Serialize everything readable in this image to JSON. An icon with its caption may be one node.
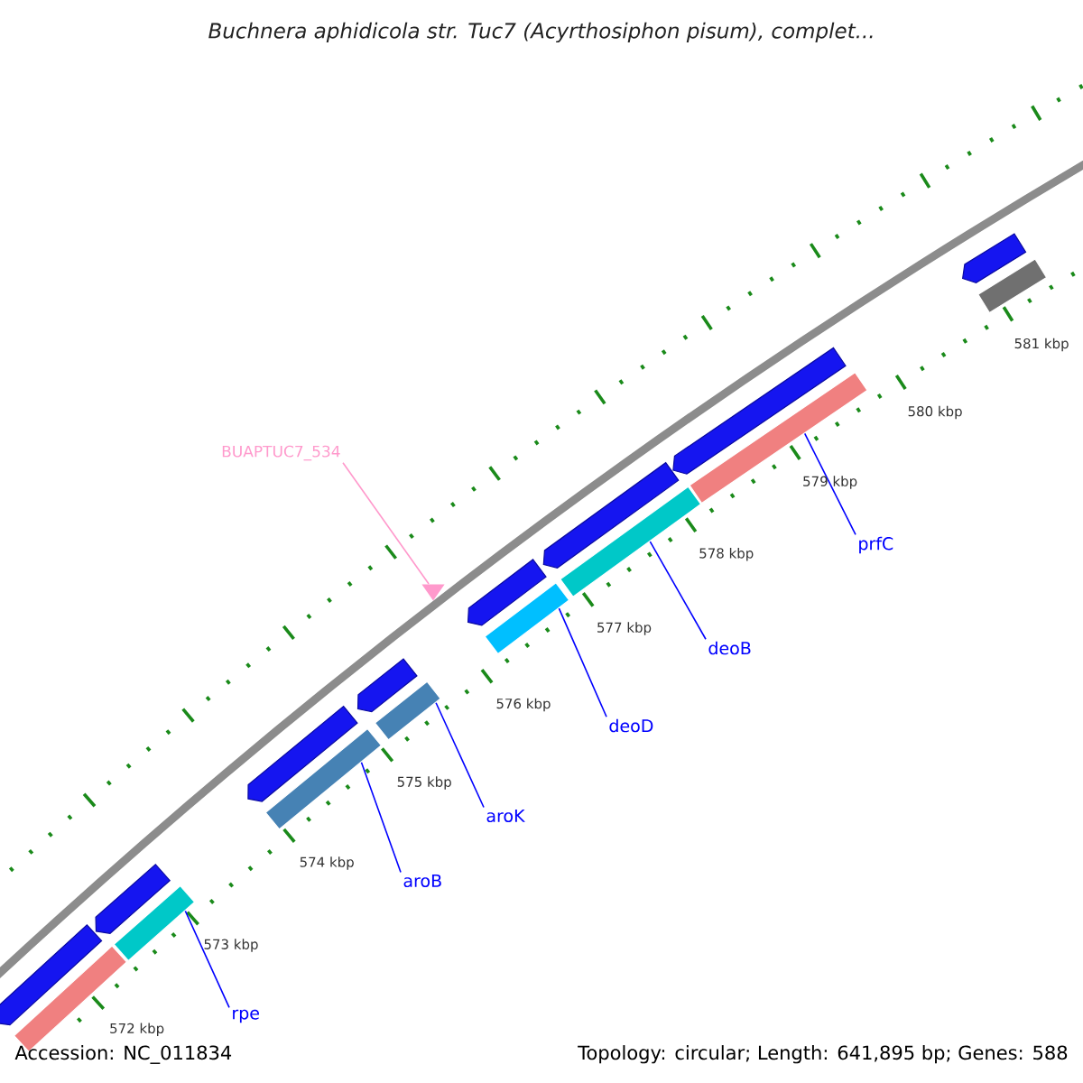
{
  "diagram": {
    "title": "Buchnera aphidicola str. Tuc7 (Acyrthosiphon pisum), complet...",
    "nodes": [
      {
        "text": [],
        "shape": "pentagon"
      },
      {
        "text": [],
        "shape": "bar"
      },
      {
        "text": [],
        "shape": "pentagon"
      },
      {
        "text": [],
        "shape": "bar"
      },
      {
        "text": [],
        "shape": "pentagon"
      },
      {
        "text": [],
        "shape": "bar"
      },
      {
        "text": [],
        "shape": "pentagon"
      },
      {
        "text": [],
        "shape": "bar"
      },
      {
        "text": [],
        "shape": "pentagon"
      },
      {
        "text": [],
        "shape": "bar"
      },
      {
        "text": [],
        "shape": "pentagon"
      },
      {
        "text": [],
        "shape": "bar"
      },
      {
        "text": [],
        "shape": "pentagon"
      },
      {
        "text": [],
        "shape": "bar"
      },
      {
        "text": [],
        "shape": "pentagon"
      },
      {
        "text": [],
        "shape": "bar"
      },
      {
        "text": [],
        "shape": "triangle"
      },
      {
        "text": [
          "BUAPTUC7_534"
        ]
      },
      {
        "text": [
          "rpe"
        ]
      },
      {
        "text": [
          "aroB"
        ]
      },
      {
        "text": [
          "aroK"
        ]
      },
      {
        "text": [
          "deoD"
        ]
      },
      {
        "text": [
          "deoB"
        ]
      },
      {
        "text": [
          "prfC"
        ]
      }
    ],
    "edges": [
      {
        "from": 17,
        "to": 16,
        "arrow": "none",
        "color": "#ff99cc"
      },
      {
        "from": 18,
        "to": 3,
        "arrow": "none"
      },
      {
        "from": 19,
        "to": 5,
        "arrow": "none"
      },
      {
        "from": 20,
        "to": 7,
        "arrow": "none"
      },
      {
        "from": 21,
        "to": 9,
        "arrow": "none"
      },
      {
        "from": 22,
        "to": 11,
        "arrow": "none"
      },
      {
        "from": 23,
        "to": 13,
        "arrow": "none"
      }
    ],
    "labels": [
      "572 kbp",
      "573 kbp",
      "574 kbp",
      "575 kbp",
      "576 kbp",
      "577 kbp",
      "578 kbp",
      "579 kbp",
      "580 kbp",
      "581 kbp",
      "Accession: NC_011834",
      "Topology: circular; Length: 641,895 bp; Genes: 588"
    ]
  }
}
